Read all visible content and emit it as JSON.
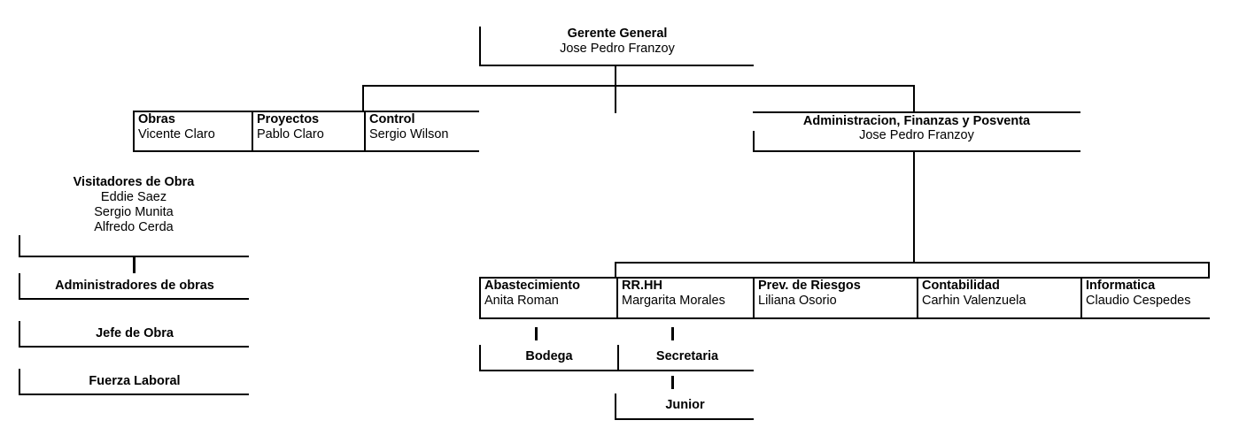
{
  "document": {
    "kind": "organizational-chart",
    "language": "es",
    "line_color": "#000000",
    "background_color": "#ffffff",
    "text_color": "#000000"
  },
  "top": {
    "title": "Gerente General",
    "person": "Jose Pedro Franzoy"
  },
  "operations_row": {
    "cells": [
      {
        "title": "Obras",
        "person": "Vicente Claro"
      },
      {
        "title": "Proyectos",
        "person": "Pablo Claro"
      },
      {
        "title": "Control",
        "person": "Sergio Wilson"
      }
    ]
  },
  "administration": {
    "title": "Administracion, Finanzas y Posventa",
    "person": "Jose Pedro Franzoy"
  },
  "site_chain": {
    "visitors": {
      "title": "Visitadores de Obra",
      "people": [
        "Eddie Saez",
        "Sergio Munita",
        "Alfredo Cerda"
      ]
    },
    "levels": [
      {
        "title": "Administradores de obras"
      },
      {
        "title": "Jefe de Obra"
      },
      {
        "title": "Fuerza Laboral"
      }
    ]
  },
  "departments": {
    "cells": [
      {
        "title": "Abastecimiento",
        "person": "Anita Roman"
      },
      {
        "title": "RR.HH",
        "person": "Margarita Morales"
      },
      {
        "title": "Prev. de Riesgos",
        "person": "Liliana Osorio"
      },
      {
        "title": "Contabilidad",
        "person": "Carhin Valenzuela"
      },
      {
        "title": "Informatica",
        "person": "Claudio Cespedes"
      }
    ]
  },
  "support_row": {
    "cells": [
      {
        "title": "Bodega"
      },
      {
        "title": "Secretaria"
      }
    ]
  },
  "junior": {
    "title": "Junior"
  }
}
